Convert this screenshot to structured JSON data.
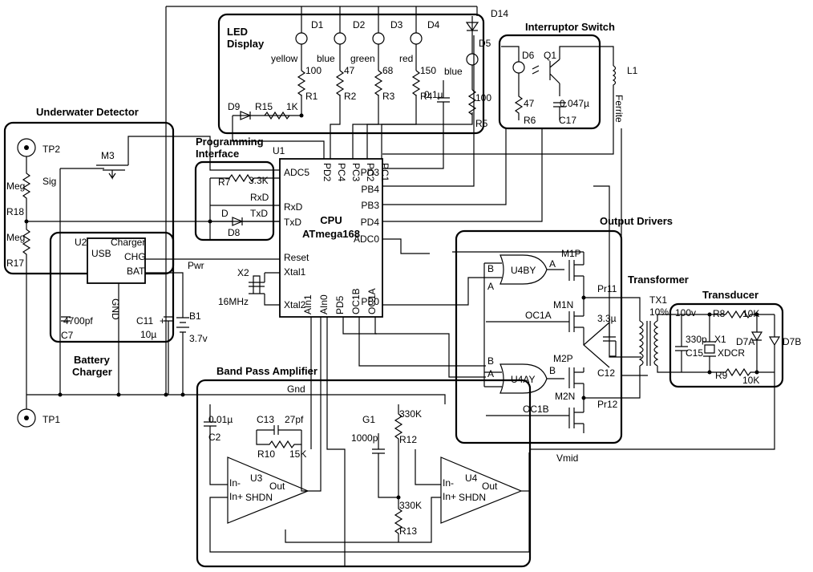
{
  "blocks": {
    "led_display": "LED Display",
    "interruptor_switch": "Interruptor Switch",
    "underwater_detector": "Underwater Detector",
    "programming_interface": "Programming Interface",
    "output_drivers": "Output Drivers",
    "transformer": "Transformer",
    "transducer": "Transducer",
    "battery_charger": "Battery Charger",
    "band_pass_amplifier": "Band Pass Amplifier"
  },
  "cpu": {
    "ref": "U1",
    "name": "CPU",
    "part": "ATmega168",
    "pins": {
      "adc5": "ADC5",
      "pd2": "PD2",
      "pc4": "PC4",
      "pc3": "PC3",
      "pc2": "PC2",
      "pc1": "PC1",
      "pd3": "PD3",
      "pb4": "PB4",
      "pb3": "PB3",
      "pd4": "PD4",
      "adc0": "ADC0",
      "rxd": "RxD",
      "txd": "TxD",
      "reset": "Reset",
      "xtal1": "Xtal1",
      "xtal2": "Xtal2",
      "ain1": "AIn1",
      "ain0": "AIn0",
      "pd5": "PD5",
      "oc1b": "OC1B",
      "oc1a": "OC1A",
      "pb0": "PB0"
    }
  },
  "leds": [
    {
      "ref": "D1",
      "color": "yellow",
      "res_ref": "R1",
      "res_val": "100"
    },
    {
      "ref": "D2",
      "color": "blue",
      "res_ref": "R2",
      "res_val": "47"
    },
    {
      "ref": "D3",
      "color": "green",
      "res_ref": "R3",
      "res_val": "68"
    },
    {
      "ref": "D4",
      "color": "red",
      "res_ref": "R4",
      "res_val": "150"
    },
    {
      "ref": "D5",
      "color": "blue",
      "res_ref": "R5",
      "res_val": "100"
    }
  ],
  "parts": {
    "d14": "D14",
    "d9": "D9",
    "r15": "R15",
    "r15_val": "1K",
    "cap_01u": "0.1µ",
    "d6": "D6",
    "q1": "Q1",
    "r6": "R6",
    "r6_val": "47",
    "c17": "C17",
    "c17_val": "0.047µ",
    "l1": "L1",
    "ferrite": "Ferrite",
    "tp2": "TP2",
    "tp1": "TP1",
    "m3": "M3",
    "sig": "Sig",
    "meg1": "Meg",
    "r18": "R18",
    "meg2": "Meg",
    "r17": "R17",
    "r7": "R7",
    "r7_val": "3.3K",
    "rxd": "RxD",
    "d_lbl": "D",
    "txd": "TxD",
    "d8": "D8",
    "u2": "U2",
    "usb": "USB",
    "charger": "Charger",
    "chg": "CHG",
    "bat": "BAT",
    "gnd_u2": "GND",
    "c7_val": "4700pf",
    "c7": "C7",
    "c11": "C11",
    "c11_val": "10µ",
    "plus": "+",
    "b1": "B1",
    "b1_val": "3.7v",
    "pwr": "Pwr",
    "x2": "X2",
    "x2_val": "16MHz",
    "u4by": "U4BY",
    "u4ay": "U4AY",
    "gate_a": "A",
    "gate_b": "B",
    "m1p": "M1P",
    "m1n": "M1N",
    "m2p": "M2P",
    "m2n": "M2N",
    "oc1a": "OC1A",
    "oc1b": "OC1B",
    "pr11": "Pr11",
    "pr12": "Pr12",
    "c12": "C12",
    "c12_val": "3.3µ",
    "tx1": "TX1",
    "tx1_val": "10%",
    "c15_v": "100v",
    "c15_val": "330p",
    "c15": "C15",
    "x1": "X1",
    "xdcr": "XDCR",
    "r8": "R8",
    "r8_val": "10K",
    "r9": "R9",
    "r9_val": "10K",
    "d7a": "D7A",
    "d7b": "D7B",
    "gnd": "Gnd",
    "vmid": "Vmid",
    "c2_val": "0.01µ",
    "c2": "C2",
    "c13": "C13",
    "c13_val": "27pf",
    "r10": "R10",
    "r10_val": "15K",
    "u3": "U3",
    "u4": "U4",
    "in_minus": "In-",
    "in_plus": "In+",
    "out": "Out",
    "shdn": "SHDN",
    "g1": "G1",
    "g1_val": "1000p",
    "r12": "R12",
    "r12_val": "330K",
    "r13": "R13",
    "r13_val": "330K"
  }
}
